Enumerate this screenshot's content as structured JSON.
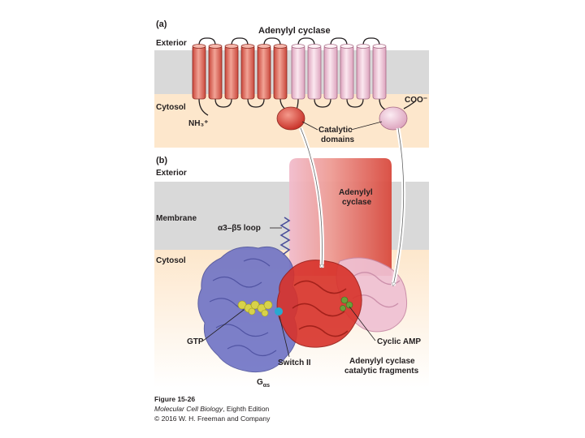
{
  "panel_a": {
    "letter": "(a)",
    "title": "Adenylyl cyclase",
    "exterior_label": "Exterior",
    "cytosol_label": "Cytosol",
    "n_terminus": "NH₃⁺",
    "c_terminus": "COO⁻",
    "catalytic_label_line1": "Catalytic",
    "catalytic_label_line2": "domains"
  },
  "panel_b": {
    "letter": "(b)",
    "exterior_label": "Exterior",
    "membrane_label": "Membrane",
    "cytosol_label": "Cytosol",
    "loop_label": "α3–β5 loop",
    "ac_label_line1": "Adenylyl",
    "ac_label_line2": "cyclase",
    "gtp_label": "GTP",
    "switch_label": "Switch II",
    "camp_label": "Cyclic AMP",
    "fragments_line1": "Adenylyl cyclase",
    "fragments_line2": "catalytic fragments",
    "g_label": "G",
    "g_subscript": "αs"
  },
  "caption": {
    "figure": "Figure 15-26",
    "book_title": "Molecular Cell Biology",
    "edition": ", Eighth Edition",
    "copyright": "© 2016 W. H. Freeman and Company"
  },
  "colors": {
    "membrane_gray": "#d9d9d9",
    "cytosol_tan": "#fde7cc",
    "helix_red": "#e06a5c",
    "helix_pink": "#f2c4d6",
    "g_protein_blue": "#6b6fc4",
    "catalytic_red": "#d8322a",
    "gtp_yellow": "#d8d24a",
    "camp_green": "#6aa03a"
  }
}
